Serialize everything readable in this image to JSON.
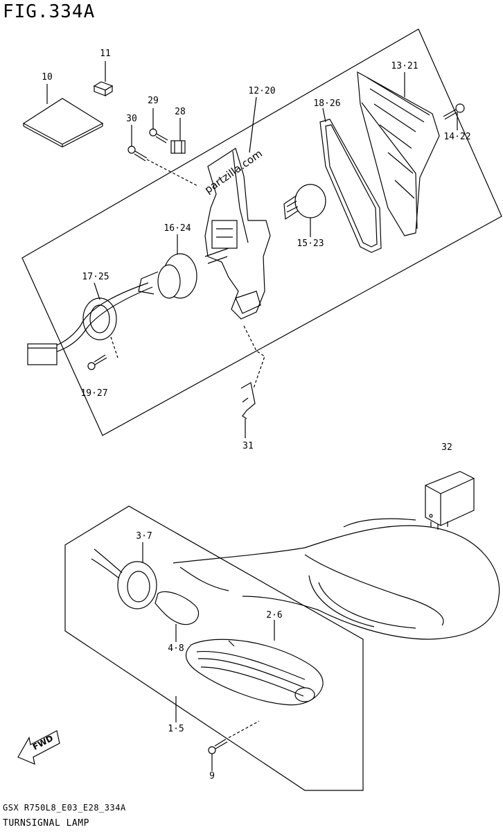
{
  "figure": {
    "title": "FIG.334A"
  },
  "footer": {
    "code": "GSX R750L8_E03_E28_334A",
    "title": "TURNSIGNAL LAMP"
  },
  "watermark": "partzilla.com",
  "fwd_label": "FWD",
  "callouts": {
    "c10": "10",
    "c11": "11",
    "c12_20": "12·20",
    "c13_21": "13·21",
    "c14_22": "14·22",
    "c15_23": "15·23",
    "c16_24": "16·24",
    "c17_25": "17·25",
    "c18_26": "18·26",
    "c19_27": "19·27",
    "c28": "28",
    "c29": "29",
    "c30": "30",
    "c31": "31",
    "c32": "32",
    "c3_7": "3·7",
    "c2_6": "2·6",
    "c4_8": "4·8",
    "c1_5": "1·5",
    "c9": "9"
  }
}
